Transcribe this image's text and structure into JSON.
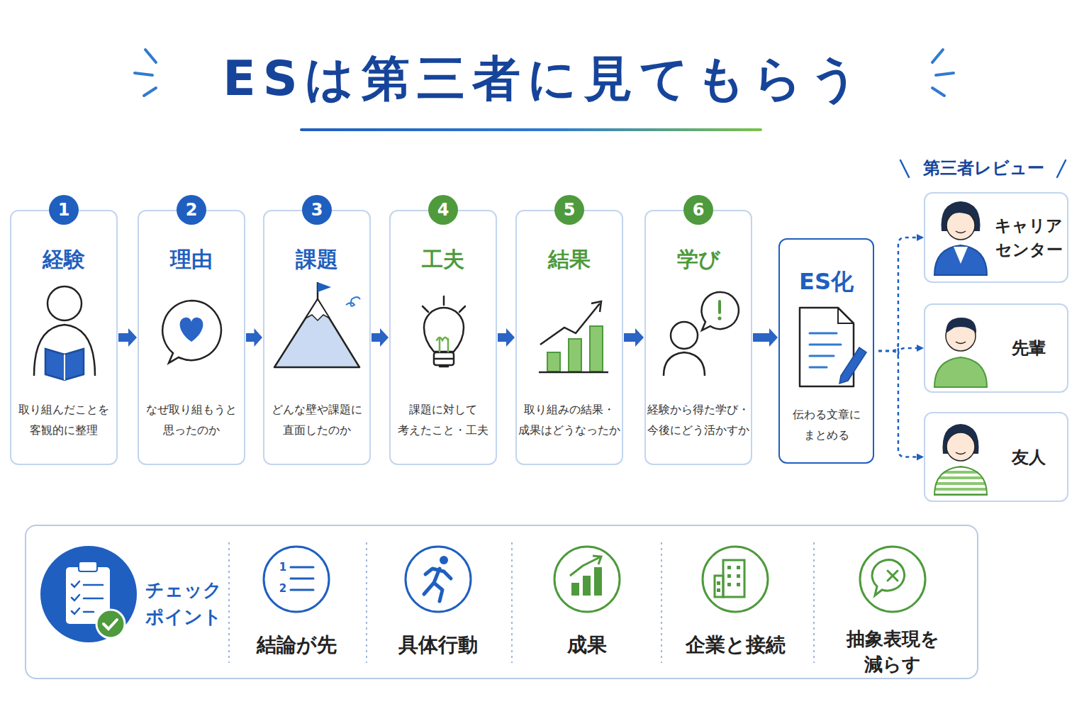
{
  "diagram": {
    "title": "ESは第三者に見てもらう",
    "nodes": [
      {
        "text": [
          "1",
          "経験",
          "取り組んだことを 客観的に整理"
        ]
      },
      {
        "text": [
          "2",
          "理由",
          "なぜ取り組もうと 思ったのか"
        ]
      },
      {
        "text": [
          "3",
          "課題",
          "どんな壁や課題に 直面したのか"
        ]
      },
      {
        "text": [
          "4",
          "工夫",
          "課題に対して 考えたこと・工夫"
        ]
      },
      {
        "text": [
          "5",
          "結果",
          "取り組みの結果・ 成果はどうなったか"
        ]
      },
      {
        "text": [
          "6",
          "学び",
          "経験から得た学び・ 今後にどう活かすか"
        ]
      },
      {
        "text": [
          "ES化",
          "伝わる文章に まとめる"
        ]
      },
      {
        "text": [
          "キャリア センター"
        ]
      },
      {
        "text": [
          "先輩"
        ]
      },
      {
        "text": [
          "友人"
        ]
      },
      {
        "text": [
          "チェック ポイント"
        ]
      }
    ],
    "edges": [
      {
        "from": 0,
        "to": 1,
        "arrow": "to"
      },
      {
        "from": 1,
        "to": 2,
        "arrow": "to"
      },
      {
        "from": 2,
        "to": 3,
        "arrow": "to"
      },
      {
        "from": 3,
        "to": 4,
        "arrow": "to"
      },
      {
        "from": 4,
        "to": 5,
        "arrow": "to"
      },
      {
        "from": 5,
        "to": 6,
        "arrow": "to"
      },
      {
        "from": 6,
        "to": 7,
        "arrow": "to"
      },
      {
        "from": 6,
        "to": 8,
        "arrow": "to"
      },
      {
        "from": 6,
        "to": 9,
        "arrow": "to"
      }
    ],
    "labels": [
      "第三者レビュー",
      "1",
      "2",
      "結論が先",
      "具体行動",
      "成果",
      "企業と接続",
      "抽象表現を 減らす"
    ]
  }
}
